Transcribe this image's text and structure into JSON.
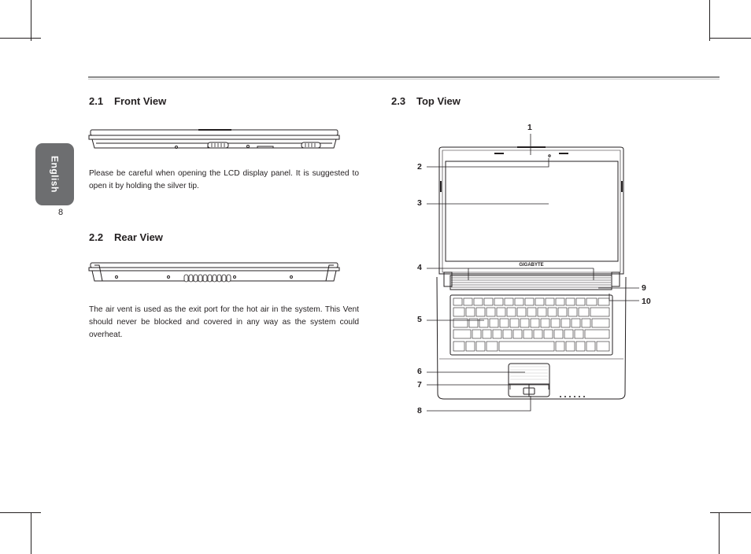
{
  "side_tab": {
    "label": "English"
  },
  "page_number": "8",
  "front_view": {
    "number": "2.1",
    "title": "Front View",
    "text": "Please be careful when opening the LCD display panel. It is suggested to open it by holding the silver tip."
  },
  "rear_view": {
    "number": "2.2",
    "title": "Rear View",
    "text": "The air vent is used as the exit port for the hot air in the system. This Vent should never be blocked and covered in any way as the system could overheat."
  },
  "top_view": {
    "number": "2.3",
    "title": "Top View",
    "brand_logo": "GIGABYTE",
    "callouts": [
      "1",
      "2",
      "3",
      "4",
      "5",
      "6",
      "7",
      "8",
      "9",
      "10"
    ]
  }
}
